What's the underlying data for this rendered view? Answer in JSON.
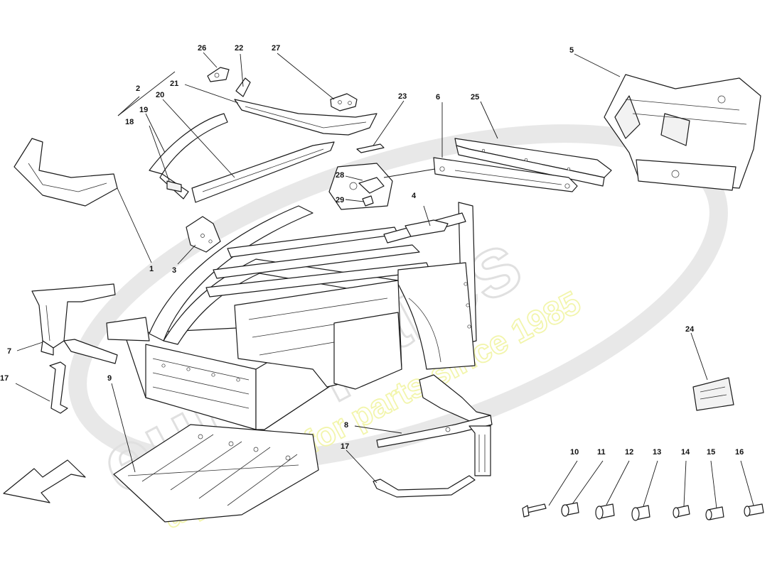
{
  "watermark": {
    "brand": "eurospares",
    "tagline": "a passion for parts since 1985",
    "brand_color": "#c8c8c8",
    "tagline_color": "#e9ee6a"
  },
  "callouts": {
    "c1": "1",
    "c2": "2",
    "c3": "3",
    "c4": "4",
    "c5": "5",
    "c6": "6",
    "c7": "7",
    "c8": "8",
    "c9": "9",
    "c10": "10",
    "c11": "11",
    "c12": "12",
    "c13": "13",
    "c14": "14",
    "c15": "15",
    "c16": "16",
    "c17a": "17",
    "c17b": "17",
    "c18": "18",
    "c19": "19",
    "c20": "20",
    "c21": "21",
    "c22": "22",
    "c23": "23",
    "c24": "24",
    "c25": "25",
    "c26": "26",
    "c27": "27",
    "c28": "28",
    "c29": "29"
  },
  "icons": {
    "direction_arrow": "front-direction-arrow-icon"
  }
}
